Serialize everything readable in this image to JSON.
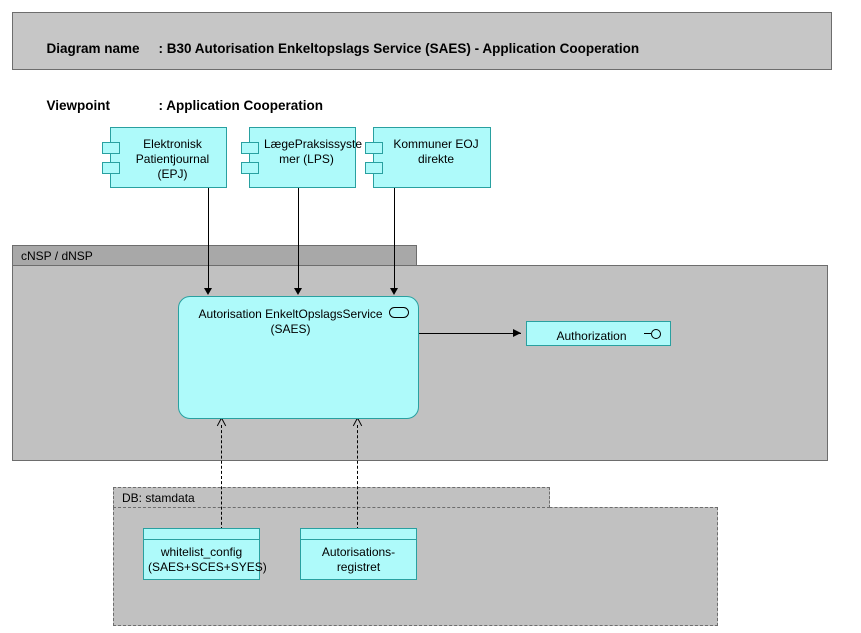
{
  "header": {
    "diagram_name_label": "Diagram name",
    "diagram_name_sep": ": ",
    "diagram_name_value": "B30 Autorisation Enkeltopslags Service (SAES) - Application Cooperation",
    "viewpoint_label": "Viewpoint",
    "viewpoint_sep": ": ",
    "viewpoint_value": "Application Cooperation"
  },
  "groups": {
    "nsp": {
      "label": "cNSP / dNSP",
      "border_style": "solid"
    },
    "db": {
      "label": "DB: stamdata",
      "border_style": "dashed"
    }
  },
  "components": {
    "epj": {
      "name": "Elektronisk Patientjournal (EPJ)",
      "line1": "Elektronisk",
      "line2": "Patientjournal",
      "line3": "(EPJ)",
      "icon": "uml-component-icon"
    },
    "lps": {
      "name": "LægePraksissystemer (LPS)",
      "line1": "LægePraksissyste",
      "line2": "mer (LPS)",
      "line3": "",
      "icon": "uml-component-icon"
    },
    "kommuner": {
      "name": "Kommuner EOJ direkte",
      "line1": "Kommuner EOJ",
      "line2": "direkte",
      "line3": "",
      "icon": "uml-component-icon"
    },
    "saes": {
      "name": "Autorisation EnkeltOpslagsService (SAES)",
      "line1": "Autorisation EnkeltOpslagsService",
      "line2": "(SAES)",
      "icon": "application-component-icon"
    },
    "authorization": {
      "name": "Authorization",
      "line1": "Authorization",
      "icon": "application-interface-lollipop-icon"
    }
  },
  "data_objects": {
    "whitelist": {
      "name": "whitelist_config (SAES+SCES+SYES)",
      "line1": "whitelist_config",
      "line2": "(SAES+SCES+SYES)"
    },
    "autreg": {
      "name": "Autorisations-registret",
      "line1": "Autorisations-",
      "line2": "registret"
    }
  },
  "colors": {
    "element_fill": "#aefafa",
    "element_stroke": "#29a0a0",
    "group_body": "#c1c1c1",
    "group_header": "#a8a8a8",
    "group_stroke": "#6d6d6d",
    "title_fill": "#c6c6c6",
    "connector": "#000000",
    "canvas": "#ffffff"
  }
}
